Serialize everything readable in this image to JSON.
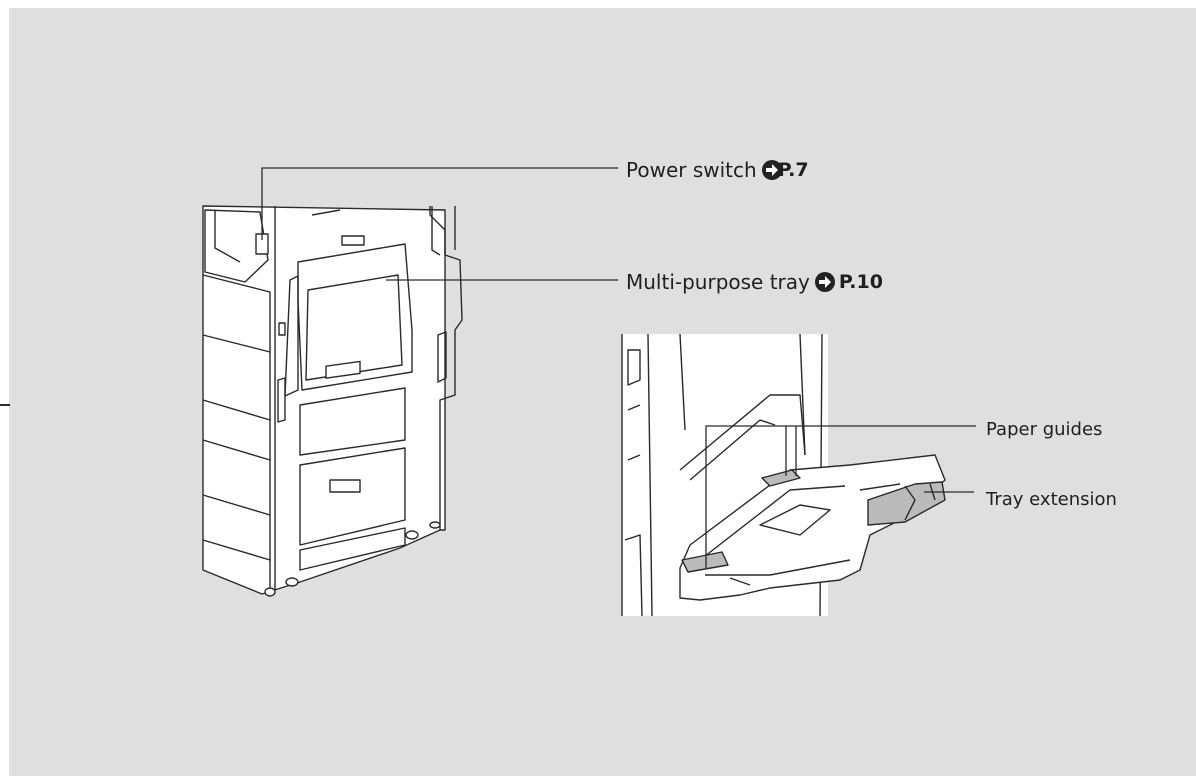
{
  "callouts": {
    "power_switch": {
      "label": "Power switch",
      "page_ref": "P.7",
      "icon": "right-arrow-icon"
    },
    "multi_purpose_tray": {
      "label": "Multi-purpose tray",
      "page_ref": "P.10",
      "icon": "right-arrow-icon"
    },
    "paper_guides": {
      "label": "Paper guides"
    },
    "tray_extension": {
      "label": "Tray extension"
    }
  },
  "colors": {
    "panel_background": "#dfdfdf",
    "illustration_fill": "#ffffff",
    "line": "#2a2a2a",
    "icon_fill": "#222222"
  }
}
